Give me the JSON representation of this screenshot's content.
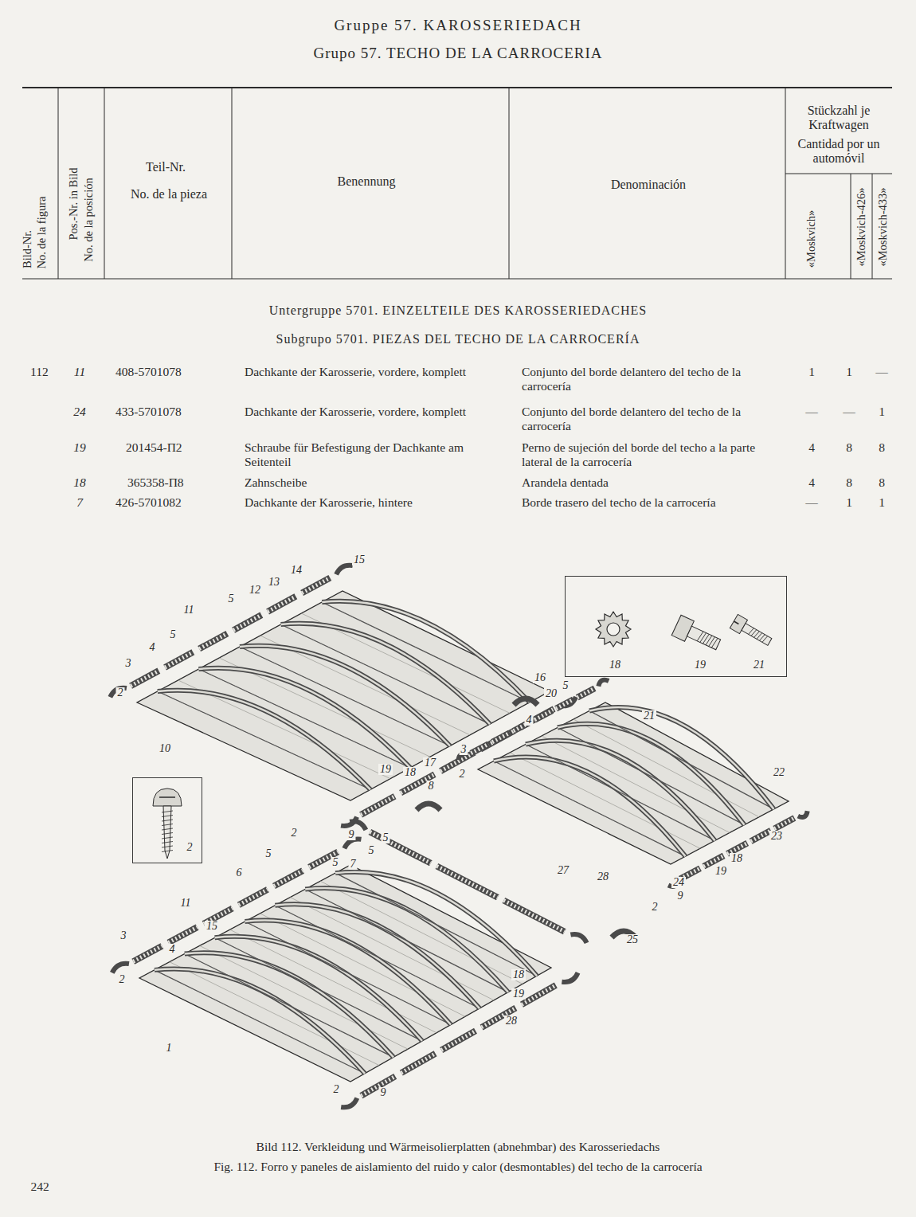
{
  "diagram": {
    "title": "Gruppe 57. KAROSSERIEDACH",
    "caption": "Bild 112. Verkleidung und Wärmeisolierplatten (abnehmbar) des Karosseriedachs",
    "nodes": [
      {
        "text": [
          "18",
          "19",
          "21"
        ]
      },
      {
        "text": [
          "2"
        ]
      }
    ],
    "labels": [
      "Grupo 57. TECHO DE LA CARROCERIA",
      "Bild-Nr.",
      "No. de la figura",
      "Pos.-Nr. in Bild",
      "No. de la posición",
      "Teil-Nr.",
      "No. de la pieza",
      "Benennung",
      "Denominación",
      "Stückzahl je Kraftwagen",
      "Cantidad por un automóvil",
      "«Moskvich»",
      "«Moskvich-426»",
      "«Moskvich-433»",
      "Untergruppe 5701. EINZELTEILE DES KAROSSERIEDACHES",
      "Subgrupo 5701. PIEZAS DEL TECHO DE LA CARROCERÍA",
      "112",
      "11",
      "408-5701078",
      "Dachkante der Karosserie, vordere, komplett",
      "Conjunto del borde delantero del techo de la carrocería",
      "1",
      "1",
      "—",
      "24",
      "433-5701078",
      "Dachkante der Karosserie, vordere, komplett",
      "Conjunto del borde delantero del techo de la carrocería",
      "—",
      "—",
      "1",
      "19",
      "201454-П2",
      "Schraube für Befestigung der Dachkante am Seitenteil",
      "Perno de sujeción del borde del techo a la parte lateral de la carrocería",
      "4",
      "8",
      "8",
      "18",
      "365358-П8",
      "Zahnscheibe",
      "Arandela dentada",
      "4",
      "8",
      "8",
      "7",
      "426-5701082",
      "Dachkante der Karosserie, hintere",
      "Borde trasero del techo de la carrocería",
      "—",
      "1",
      "1",
      "15",
      "14",
      "13",
      "12",
      "5",
      "11",
      "5",
      "4",
      "3",
      "2",
      "10",
      "19",
      "18",
      "17",
      "8",
      "2",
      "9",
      "16",
      "20",
      "5",
      "4",
      "3",
      "2",
      "21",
      "22",
      "23",
      "18",
      "19",
      "28",
      "24",
      "9",
      "2",
      "5",
      "5",
      "7",
      "5",
      "5",
      "6",
      "11",
      "15",
      "3",
      "4",
      "2",
      "1",
      "27",
      "25",
      "18",
      "19",
      "28",
      "2",
      "9",
      "Fig. 112. Forro y paneles de aislamiento del ruido y calor (desmontables) del techo de la carrocería",
      "242"
    ]
  }
}
